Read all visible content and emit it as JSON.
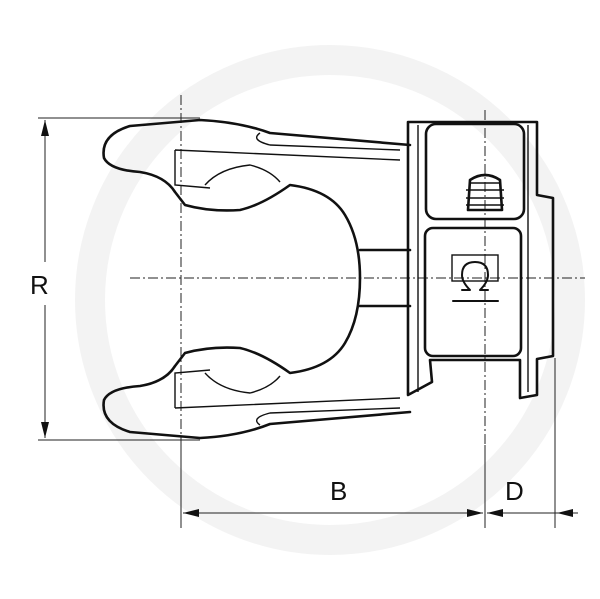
{
  "dimensions": {
    "r_label": "R",
    "b_label": "B",
    "d_label": "D"
  },
  "colors": {
    "line": "#111111",
    "background": "#ffffff"
  }
}
